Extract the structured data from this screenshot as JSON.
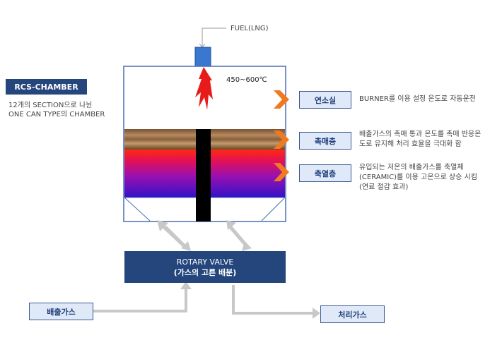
{
  "fuel_label": "FUEL(LNG)",
  "temp_label": "450~600℃",
  "chamber": {
    "badge": "RCS-CHAMBER",
    "note_line1": "12개의 SECTION으로 나뉜",
    "note_line2": "ONE CAN TYPE의 CHAMBER"
  },
  "sections": [
    {
      "label": "연소실",
      "desc_line1": "BURNER를 이용 설정 온도로 자동운전",
      "desc_line2": "",
      "desc_line3": ""
    },
    {
      "label": "촉매층",
      "desc_line1": "배출가스의 촉매 통과 온도를 촉매 반응온",
      "desc_line2": "도로 유지해 처리 효율을 극대화 함",
      "desc_line3": ""
    },
    {
      "label": "축열층",
      "desc_line1": "유입되는 저온의 배출가스를 축열체",
      "desc_line2": "(CERAMIC)를 이용 고온으로 상승 시킴",
      "desc_line3": "(연료 절감 효과)"
    }
  ],
  "rotary_valve": {
    "line1": "ROTARY VALVE",
    "line2": "(가스의 고른 배분)"
  },
  "inlet_label": "배출가스",
  "outlet_label": "처리가스",
  "colors": {
    "navy": "#25457d",
    "arrow_orange": "#f07a1e",
    "flame": "#e81b1b"
  }
}
